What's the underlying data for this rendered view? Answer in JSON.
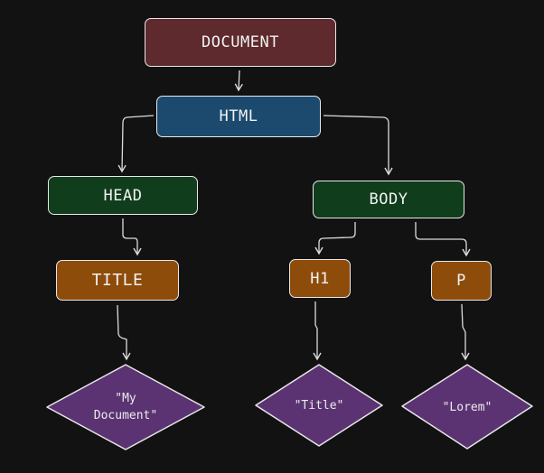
{
  "nodes": {
    "document": "DOCUMENT",
    "html": "HTML",
    "head": "HEAD",
    "body": "BODY",
    "title": "TITLE",
    "h1": "H1",
    "p": "P"
  },
  "leaves": {
    "my_document": "\"My\nDocument\"",
    "title": "\"Title\"",
    "lorem": "\"Lorem\""
  },
  "colors": {
    "background": "#121212",
    "document": "#5e2a2d",
    "html": "#1b4a6e",
    "head_body": "#103d1c",
    "elements": "#8e4c0b",
    "text_nodes": "#5b3373",
    "stroke": "#e8e8e8"
  }
}
